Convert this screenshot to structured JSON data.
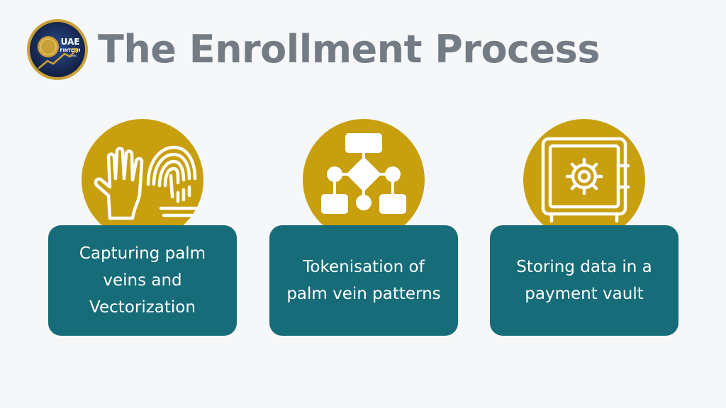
{
  "logo": {
    "line1": "UAE",
    "line2": "FINTECH",
    "line3": "news",
    "colors": {
      "ring": "#c9a037",
      "background": "#1b2f5c",
      "coin": "#c9a037"
    }
  },
  "title": "The Enrollment Process",
  "colors": {
    "title": "#737b84",
    "background": "#f5f7f8",
    "circle": "#c89f0e",
    "card": "#166c78",
    "card_text": "#ffffff"
  },
  "steps": [
    {
      "icon": "hand-fingerprint-icon",
      "label": "Capturing palm veins and Vectorization"
    },
    {
      "icon": "flowchart-icon",
      "label": "Tokenisation of palm vein patterns"
    },
    {
      "icon": "safe-vault-icon",
      "label": "Storing data in a payment vault"
    }
  ]
}
